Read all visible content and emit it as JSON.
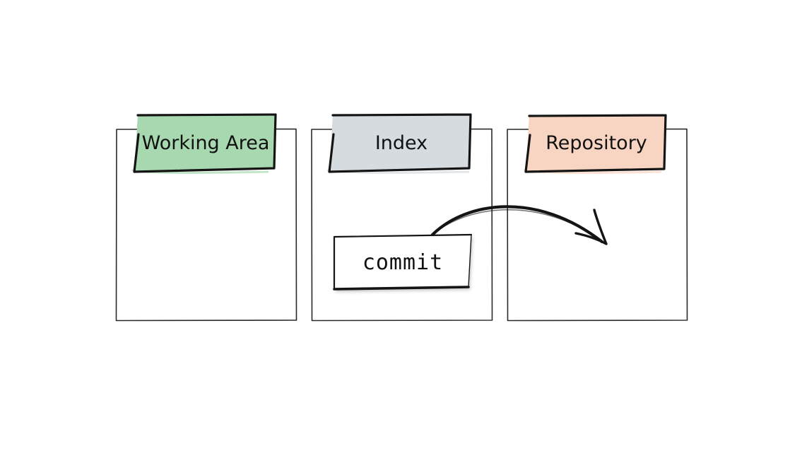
{
  "areas": [
    {
      "label": "Working Area",
      "color": "#a8d8b0"
    },
    {
      "label": "Index",
      "color": "#d5dbdf"
    },
    {
      "label": "Repository",
      "color": "#f8d4c2"
    }
  ],
  "command": {
    "label": "commit"
  },
  "stroke_color": "#1a1a1a"
}
